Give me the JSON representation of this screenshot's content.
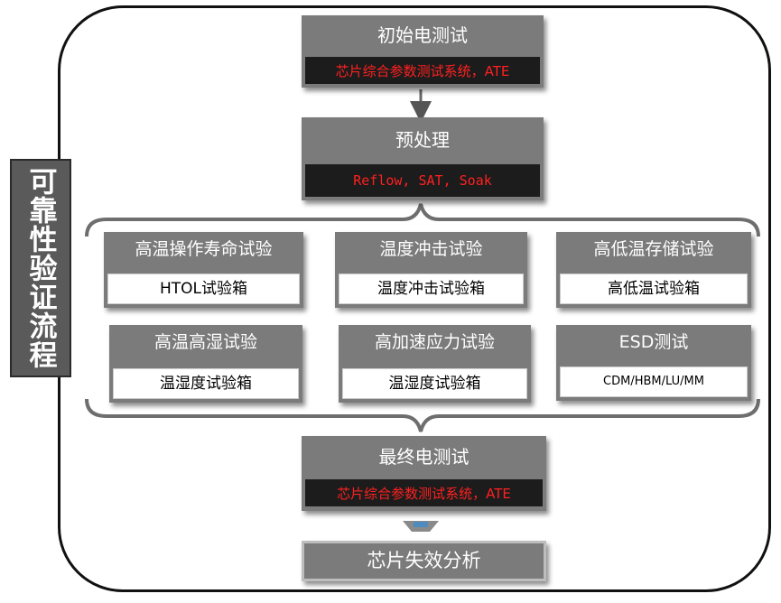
{
  "side_label": "可靠性验证流程",
  "initial_test": {
    "title": "初始电测试",
    "equipment": "芯片综合参数测试系统，ATE"
  },
  "preprocess": {
    "title": "预处理",
    "equipment": "Reflow, SAT, Soak"
  },
  "tests": [
    {
      "title": "高温操作寿命试验",
      "equipment": "HTOL试验箱"
    },
    {
      "title": "温度冲击试验",
      "equipment": "温度冲击试验箱"
    },
    {
      "title": "高低温存储试验",
      "equipment": "高低温试验箱"
    },
    {
      "title": "高温高湿试验",
      "equipment": "温湿度试验箱"
    },
    {
      "title": "高加速应力试验",
      "equipment": "温湿度试验箱"
    },
    {
      "title": "ESD测试",
      "equipment": "CDM/HBM/LU/MM"
    }
  ],
  "final_test": {
    "title": "最终电测试",
    "equipment": "芯片综合参数测试系统，ATE"
  },
  "failure_analysis": {
    "title": "芯片失效分析"
  }
}
